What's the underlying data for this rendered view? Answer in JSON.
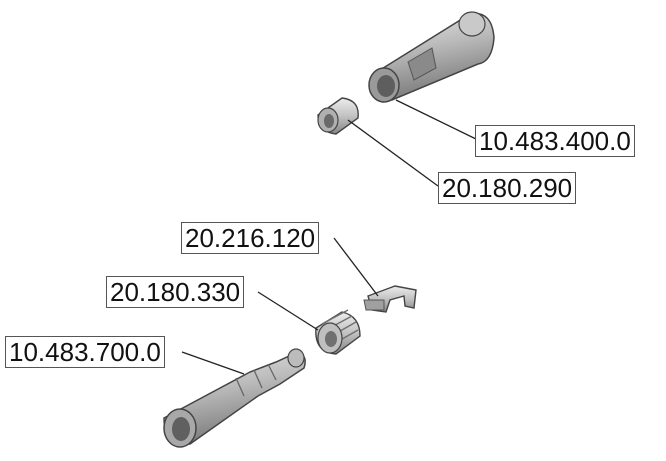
{
  "colors": {
    "background": "#ffffff",
    "part_light": "#d8d8d8",
    "part_mid": "#a9a9a9",
    "part_dark": "#6f6f6f",
    "outline": "#444444",
    "leader": "#222222"
  },
  "callouts": {
    "tube_top": "10.483.400.0",
    "sleeve_top": "20.180.290",
    "clip": "20.216.120",
    "nut": "20.180.330",
    "plunger": "10.483.700.0"
  }
}
